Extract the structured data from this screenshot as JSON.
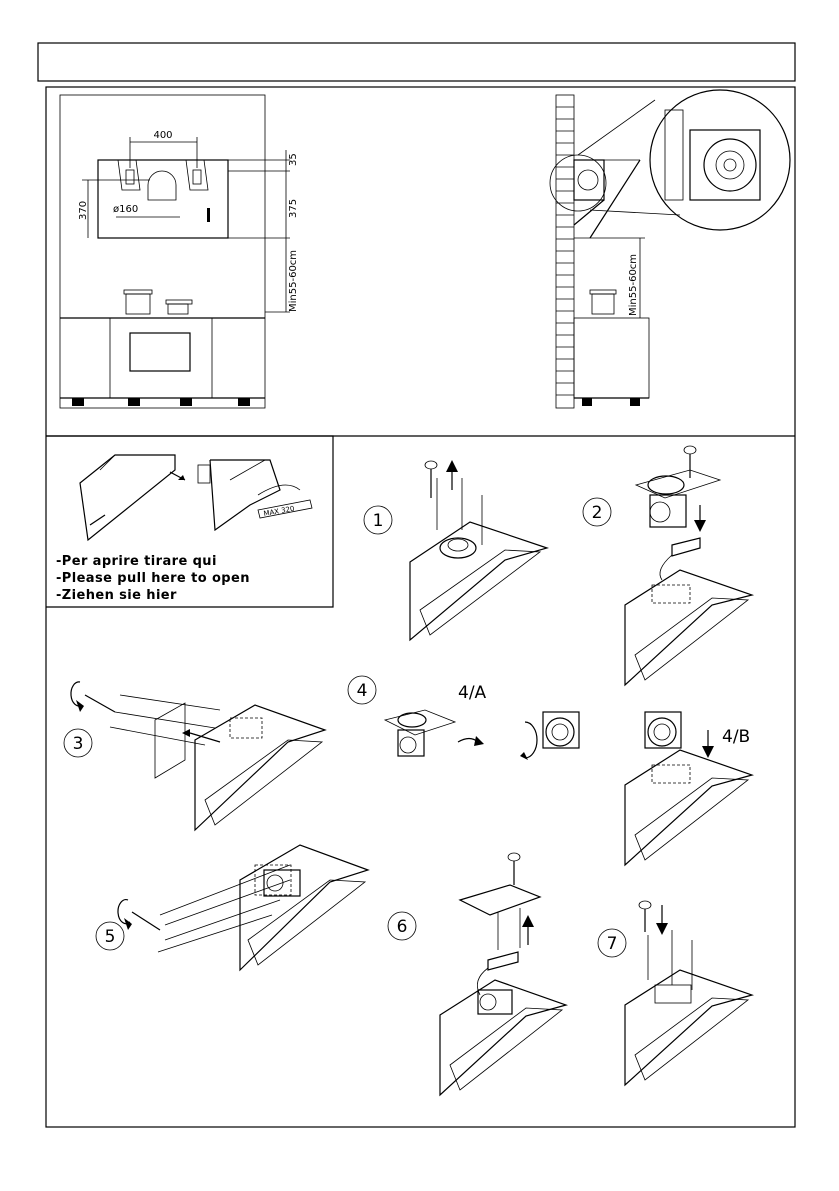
{
  "title_bar": "",
  "dimensions": {
    "width": "400",
    "top_offset": "35",
    "height_370": "370",
    "height_375": "375",
    "duct": "ø160",
    "min_height_left": "Min55-60cm",
    "min_height_right": "Min55-60cm",
    "max_open": "MAX 320"
  },
  "instructions": [
    "-Per aprire tirare qui",
    "-Please pull here to open",
    "-Ziehen sie hier"
  ],
  "steps": {
    "s1": "1",
    "s2": "2",
    "s3": "3",
    "s4": "4",
    "s5": "5",
    "s6": "6",
    "s7": "7",
    "s4a": "4/A",
    "s4b": "4/B"
  }
}
